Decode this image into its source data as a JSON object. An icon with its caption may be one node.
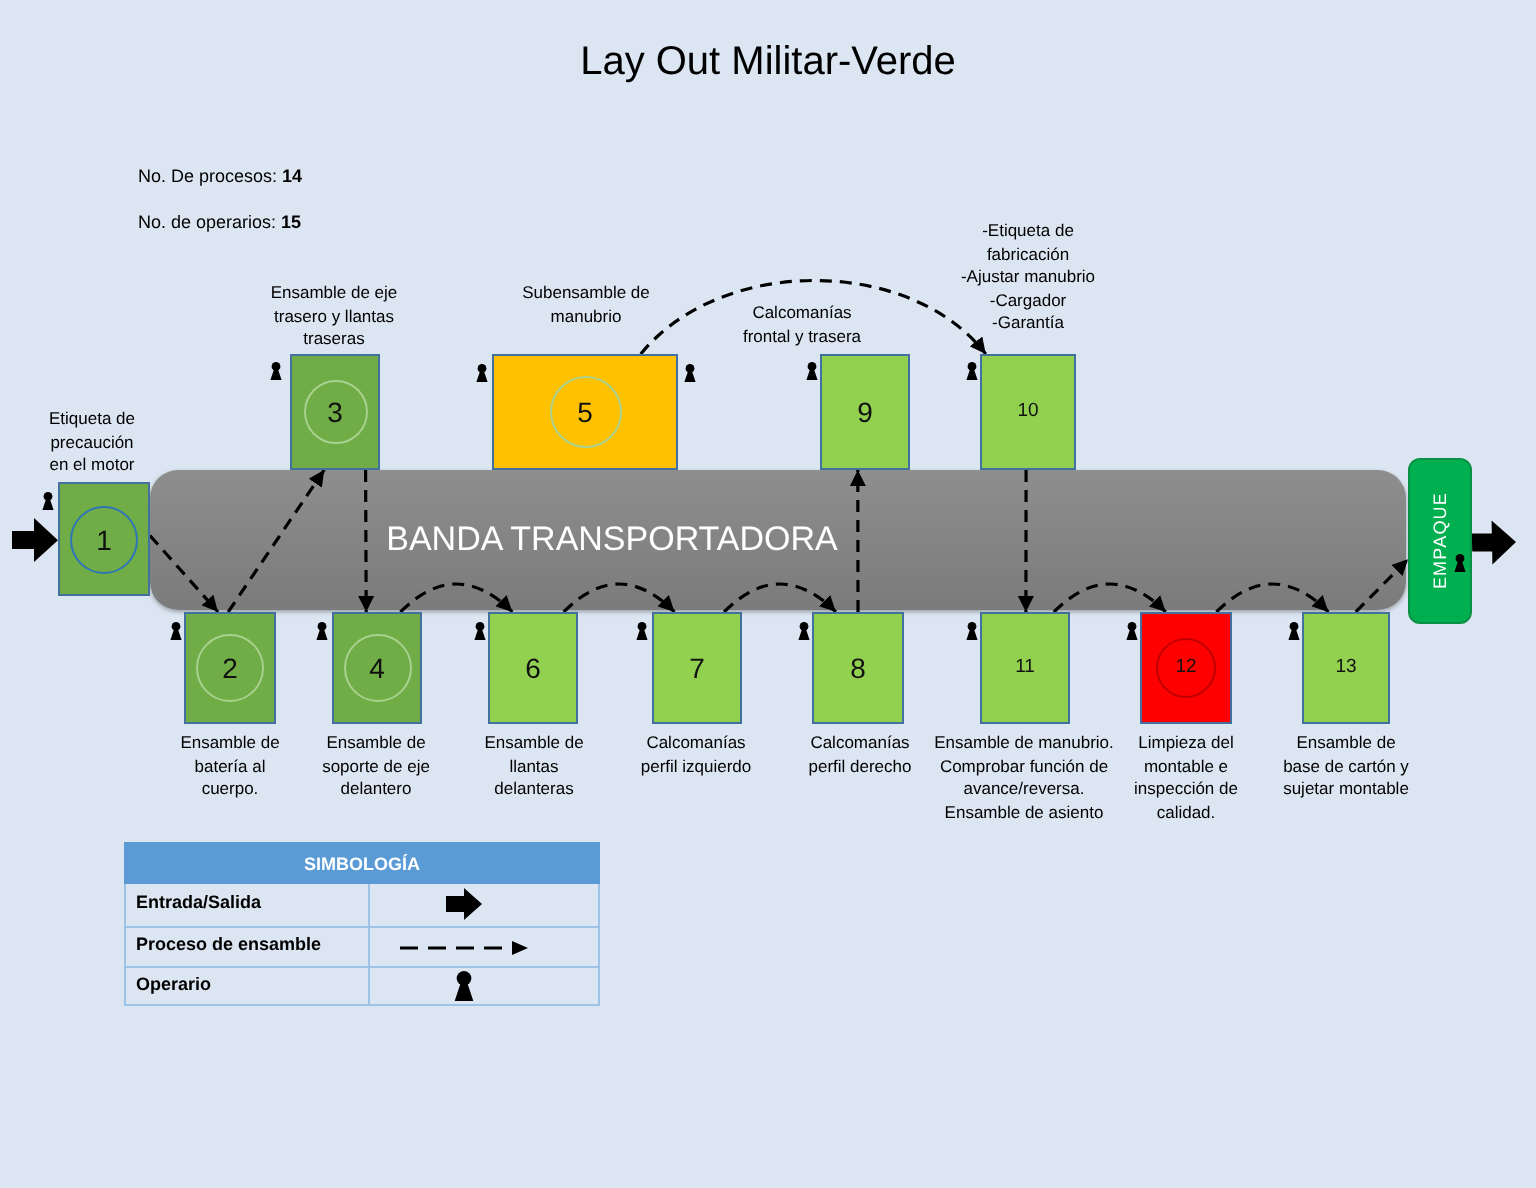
{
  "diagram": {
    "title": "Lay Out Militar-Verde",
    "nodes": [
      {
        "text": [
          "1"
        ],
        "beside": [
          "Etiqueta de precaución en el motor"
        ]
      },
      {
        "text": [
          "2"
        ],
        "beside": [
          "Ensamble de batería al cuerpo."
        ]
      },
      {
        "text": [
          "3"
        ],
        "beside": [
          "Ensamble de eje trasero y llantas traseras"
        ]
      },
      {
        "text": [
          "4"
        ],
        "beside": [
          "Ensamble de soporte de eje delantero"
        ]
      },
      {
        "text": [
          "5"
        ],
        "beside": [
          "Subensamble de manubrio"
        ]
      },
      {
        "text": [
          "6"
        ],
        "beside": [
          "Ensamble de llantas delanteras"
        ]
      },
      {
        "text": [
          "7"
        ],
        "beside": [
          "Calcomanías perfil izquierdo"
        ]
      },
      {
        "text": [
          "8"
        ],
        "beside": [
          "Calcomanías perfil derecho"
        ]
      },
      {
        "text": [
          "9"
        ],
        "beside": [
          "Calcomanías frontal y trasera"
        ]
      },
      {
        "text": [
          "10"
        ],
        "beside": [
          "-Etiqueta de fabricación",
          "-Ajustar manubrio",
          "-Cargador",
          "-Garantía"
        ]
      },
      {
        "text": [
          "11"
        ],
        "beside": [
          "Ensamble de manubrio. Comprobar función de avance/reversa. Ensamble de asiento"
        ]
      },
      {
        "text": [
          "12"
        ],
        "beside": [
          "Limpieza del montable e inspección de calidad."
        ]
      },
      {
        "text": [
          "13"
        ],
        "beside": [
          "Ensamble de base de cartón y sujetar montable"
        ]
      },
      {
        "text": [
          "EMPAQUE"
        ]
      }
    ],
    "edges": [
      {
        "from": null,
        "to": 0,
        "arrow": "to",
        "style": "thick"
      },
      {
        "from": 0,
        "to": 1,
        "arrow": "to",
        "style": "dashed"
      },
      {
        "from": 1,
        "to": 2,
        "arrow": "to",
        "style": "dashed"
      },
      {
        "from": 2,
        "to": 3,
        "arrow": "to",
        "style": "dashed"
      },
      {
        "from": 3,
        "to": 5,
        "arrow": "to",
        "style": "dashed"
      },
      {
        "from": 5,
        "to": 6,
        "arrow": "to",
        "style": "dashed"
      },
      {
        "from": 6,
        "to": 7,
        "arrow": "to",
        "style": "dashed"
      },
      {
        "from": 7,
        "to": 8,
        "arrow": "to",
        "style": "dashed"
      },
      {
        "from": 4,
        "to": 9,
        "arrow": "to",
        "style": "dashed"
      },
      {
        "from": 9,
        "to": 10,
        "arrow": "to",
        "style": "dashed"
      },
      {
        "from": 10,
        "to": 11,
        "arrow": "to",
        "style": "dashed"
      },
      {
        "from": 11,
        "to": 12,
        "arrow": "to",
        "style": "dashed"
      },
      {
        "from": 12,
        "to": 13,
        "arrow": "to",
        "style": "dashed"
      },
      {
        "from": 13,
        "to": null,
        "arrow": "to",
        "style": "thick"
      }
    ],
    "labels": [
      "No. De procesos: **14**",
      "No. de operarios: **15**",
      "BANDA TRANSPORTADORA",
      "SIMBOLOGÍA"
    ],
    "legend": [
      {
        "text": "Entrada/Salida"
      },
      {
        "text": "Proceso de ensamble"
      },
      {
        "text": "Operario"
      }
    ]
  }
}
